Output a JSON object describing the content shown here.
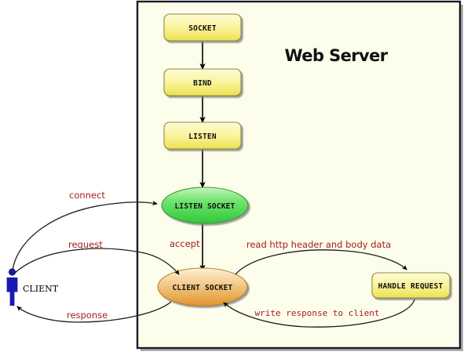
{
  "diagram": {
    "title": "Web Server",
    "panel": {
      "background": "#fdfdec",
      "border_color": "#1b1b2b",
      "shadow_color": "#9a9a9a"
    },
    "actor": {
      "name": "CLIENT",
      "icon": "person-icon",
      "color": "#1a1ab0"
    },
    "nodes": [
      {
        "id": "socket",
        "label": "SOCKET",
        "shape": "rounded-rect",
        "fill": "#f7ef7a"
      },
      {
        "id": "bind",
        "label": "BIND",
        "shape": "rounded-rect",
        "fill": "#f7ef7a"
      },
      {
        "id": "listen",
        "label": "LISTEN",
        "shape": "rounded-rect",
        "fill": "#f7ef7a"
      },
      {
        "id": "listen-socket",
        "label": "LISTEN SOCKET",
        "shape": "ellipse",
        "fill": "#4ddb55"
      },
      {
        "id": "client-socket",
        "label": "CLIENT SOCKET",
        "shape": "ellipse",
        "fill": "#e8a13c"
      },
      {
        "id": "handle-request",
        "label": "HANDLE REQUEST",
        "shape": "rounded-rect",
        "fill": "#f7ef7a"
      }
    ],
    "edges": [
      {
        "id": "connect",
        "label": "connect",
        "from": "client",
        "to": "listen-socket",
        "style": "script"
      },
      {
        "id": "request",
        "label": "request",
        "from": "client",
        "to": "client-socket",
        "style": "script"
      },
      {
        "id": "response",
        "label": "response",
        "from": "client-socket",
        "to": "client",
        "style": "script"
      },
      {
        "id": "accept",
        "label": "accept",
        "from": "listen-socket",
        "to": "client-socket",
        "style": "script"
      },
      {
        "id": "read",
        "label": "read http header and body data",
        "from": "client-socket",
        "to": "handle-request",
        "style": "script"
      },
      {
        "id": "write",
        "label": "write response to client",
        "from": "handle-request",
        "to": "client-socket",
        "style": "mono"
      }
    ],
    "colors": {
      "label_red": "#a32020",
      "arrow_black": "#000000"
    }
  }
}
